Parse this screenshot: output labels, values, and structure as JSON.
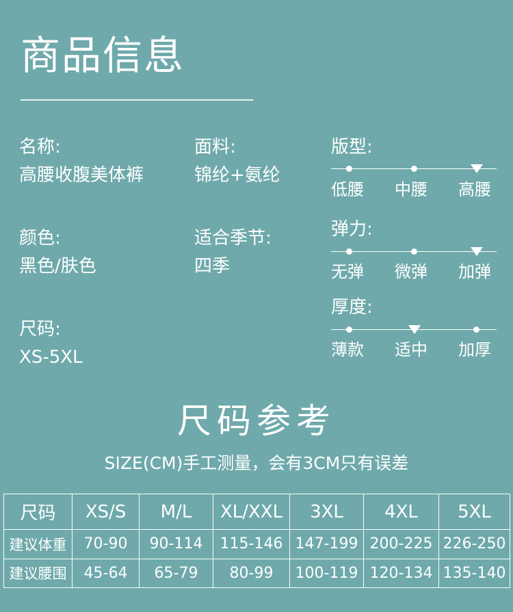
{
  "title": "商品信息",
  "info": {
    "name": {
      "label": "名称:",
      "value": "高腰收腹美体裤"
    },
    "fabric": {
      "label": "面料:",
      "value": "锦纶+氨纶"
    },
    "color": {
      "label": "颜色:",
      "value": "黑色/肤色"
    },
    "season": {
      "label": "适合季节:",
      "value": "四季"
    },
    "size": {
      "label": "尺码:",
      "value": "XS-5XL"
    }
  },
  "scales": {
    "fit": {
      "label": "版型:",
      "options": [
        "低腰",
        "中腰",
        "高腰"
      ],
      "selected_index": 2
    },
    "elasticity": {
      "label": "弹力:",
      "options": [
        "无弹",
        "微弹",
        "加弹"
      ],
      "selected_index": 2
    },
    "thickness": {
      "label": "厚度:",
      "options": [
        "薄款",
        "适中",
        "加厚"
      ],
      "selected_index": 1
    }
  },
  "size_ref": {
    "title": "尺码参考",
    "subtitle": "SIZE(CM)手工测量，会有3CM只有误差",
    "headers": [
      "尺码",
      "XS/S",
      "M/L",
      "XL/XXL",
      "3XL",
      "4XL",
      "5XL"
    ],
    "rows": [
      [
        "建议体重",
        "70-90",
        "90-114",
        "115-146",
        "147-199",
        "200-225",
        "226-250"
      ],
      [
        "建议腰围",
        "45-64",
        "65-79",
        "80-99",
        "100-119",
        "120-134",
        "135-140"
      ]
    ]
  },
  "colors": {
    "background": "#6fa9ab",
    "foreground": "#ffffff"
  }
}
